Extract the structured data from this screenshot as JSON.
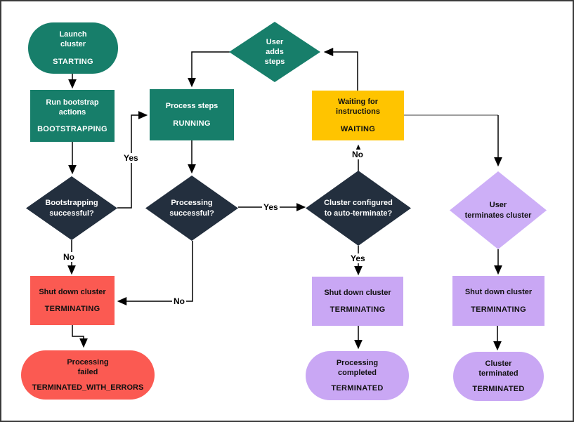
{
  "diagram": {
    "subject": "EMR cluster lifecycle flowchart",
    "colors": {
      "teal": "#177E6A",
      "navy": "#232F3E",
      "amber": "#FFC400",
      "red": "#FB5A52",
      "purple": "#C9A7F4",
      "purple_diamond": "#CDAFF7",
      "arrow": "#000000",
      "connector_gray": "#7F7F7F",
      "background": "#FFFFFF"
    }
  },
  "nodes": {
    "launch_cluster": {
      "name": "Launch\ncluster",
      "state": "STARTING"
    },
    "run_bootstrap": {
      "name": "Run bootstrap\nactions",
      "state": "BOOTSTRAPPING"
    },
    "bootstrapping_successful": {
      "name": "Bootstrapping\nsuccessful?"
    },
    "process_steps": {
      "name": "Process steps",
      "state": "RUNNING"
    },
    "user_adds_steps": {
      "name": "User\nadds\nsteps"
    },
    "processing_successful": {
      "name": "Processing\nsuccessful?"
    },
    "waiting": {
      "name": "Waiting for\ninstructions",
      "state": "WAITING"
    },
    "cluster_configured": {
      "name": "Cluster configured\nto auto-terminate?"
    },
    "user_terminates": {
      "name": "User\nterminates cluster"
    },
    "shutdown_failed": {
      "name": "Shut down cluster",
      "state": "TERMINATING"
    },
    "terminated_with_errors": {
      "name": "Processing\nfailed",
      "state": "TERMINATED_WITH_ERRORS"
    },
    "shutdown_completed": {
      "name": "Shut down cluster",
      "state": "TERMINATING"
    },
    "processing_completed": {
      "name": "Processing\ncompleted",
      "state": "TERMINATED"
    },
    "shutdown_terminated": {
      "name": "Shut down cluster",
      "state": "TERMINATING"
    },
    "cluster_terminated": {
      "name": "Cluster\nterminated",
      "state": "TERMINATED"
    }
  },
  "edge_labels": {
    "bootstrapping_yes": "Yes",
    "bootstrapping_no": "No",
    "processing_yes": "Yes",
    "processing_no": "No",
    "autoterminate_yes": "Yes",
    "autoterminate_no": "No"
  }
}
